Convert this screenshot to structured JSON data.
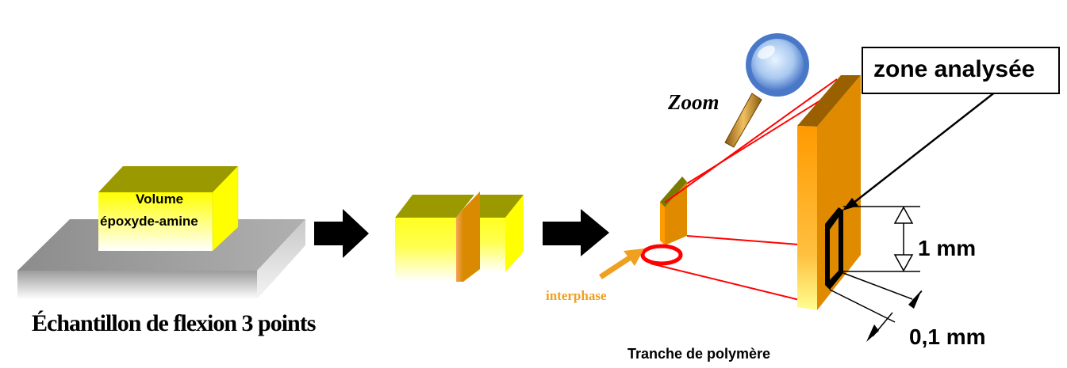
{
  "labels": {
    "volume_line1": "Volume",
    "volume_line2": "époxyde-amine",
    "sample_caption": "Échantillon de flexion 3 points",
    "zoom": "Zoom",
    "zone": "zone analysée",
    "interphase": "interphase",
    "slice": "Tranche de polymère",
    "dim_1mm": "1 mm",
    "dim_01mm": "0,1 mm"
  },
  "colors": {
    "gray_plate": "#9a9a9a",
    "yellow": "#ffff00",
    "olive": "#9a9a00",
    "orange": "#e08a00",
    "red": "#ff0000",
    "interphase_text": "#f0a020"
  },
  "icons": {
    "magnifier": "magnifier-icon",
    "arrow": "right-arrow-icon"
  }
}
